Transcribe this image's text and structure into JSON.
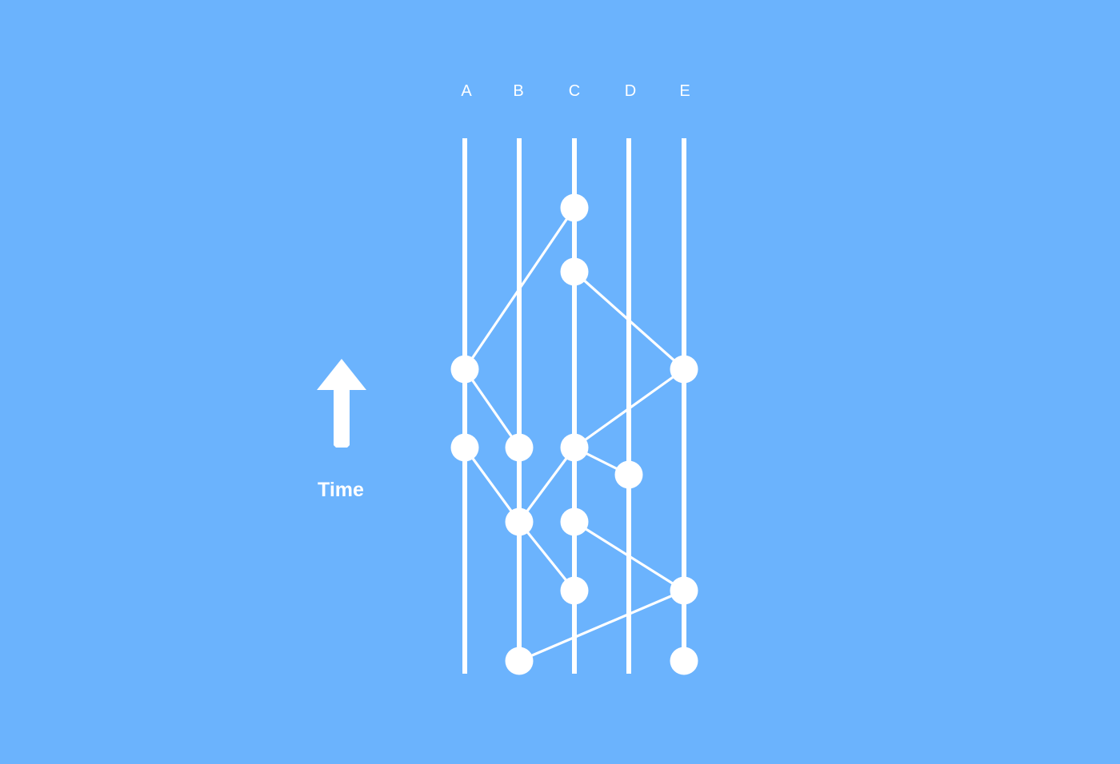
{
  "diagram": {
    "members": [
      "A",
      "B",
      "C",
      "D",
      "E"
    ],
    "axis_label": "Time",
    "colors": {
      "background": "#6bb3fd",
      "foreground": "#ffffff"
    },
    "events": [
      {
        "id": "b0",
        "member": "B"
      },
      {
        "id": "e0",
        "member": "E"
      },
      {
        "id": "c1",
        "member": "C"
      },
      {
        "id": "e1",
        "member": "E"
      },
      {
        "id": "b1",
        "member": "B"
      },
      {
        "id": "c2",
        "member": "C"
      },
      {
        "id": "d1",
        "member": "D"
      },
      {
        "id": "a1",
        "member": "A"
      },
      {
        "id": "b2",
        "member": "B"
      },
      {
        "id": "c3",
        "member": "C"
      },
      {
        "id": "a2",
        "member": "A"
      },
      {
        "id": "e2",
        "member": "E"
      },
      {
        "id": "c4",
        "member": "C"
      },
      {
        "id": "c5",
        "member": "C"
      }
    ],
    "links": [
      [
        "b0",
        "e1"
      ],
      [
        "e1",
        "c2"
      ],
      [
        "c1",
        "b1"
      ],
      [
        "b1",
        "c3"
      ],
      [
        "a1",
        "b1"
      ],
      [
        "a2",
        "b2"
      ],
      [
        "c3",
        "d1"
      ],
      [
        "c3",
        "e2"
      ],
      [
        "e2",
        "c4"
      ],
      [
        "c4",
        "e2"
      ],
      [
        "a2",
        "c5"
      ]
    ]
  }
}
